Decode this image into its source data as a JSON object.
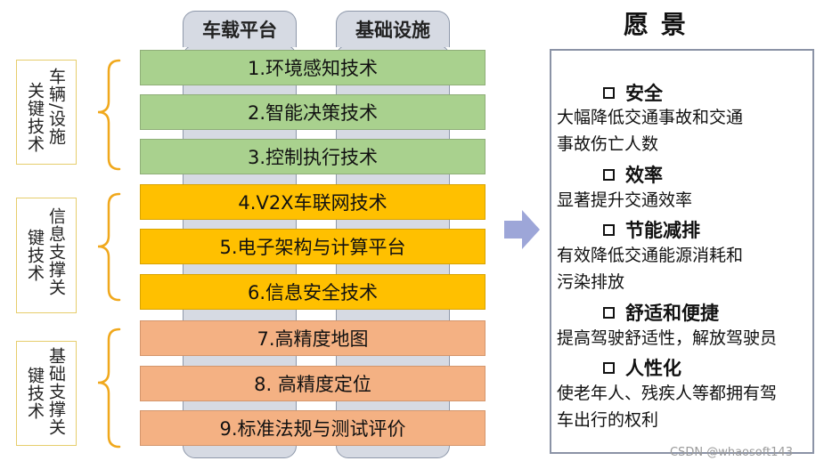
{
  "columns": {
    "left_label": "车载平台",
    "right_label": "基础设施"
  },
  "technologies": [
    {
      "label": "1.环境感知技术"
    },
    {
      "label": "2.智能决策技术"
    },
    {
      "label": "3.控制执行技术"
    },
    {
      "label": "4.V2X车联网技术"
    },
    {
      "label": "5.电子架构与计算平台"
    },
    {
      "label": "6.信息安全技术"
    },
    {
      "label": "7.高精度地图"
    },
    {
      "label": "8. 高精度定位"
    },
    {
      "label": "9.标准法规与测试评价"
    }
  ],
  "categories": [
    {
      "col1": "车辆/设施",
      "col2": "关键技术"
    },
    {
      "col1": "信息支撑关",
      "col2": "键技术"
    },
    {
      "col1": "基础支撑关",
      "col2": "键技术"
    }
  ],
  "vision": {
    "title": "愿 景",
    "items": [
      {
        "heading": "安全",
        "desc": [
          "大幅降低交通事故和交通",
          "事故伤亡人数"
        ]
      },
      {
        "heading": "效率",
        "desc": [
          "显著提升交通效率"
        ]
      },
      {
        "heading": "节能减排",
        "desc": [
          "有效降低交通能源消耗和",
          "污染排放"
        ]
      },
      {
        "heading": "舒适和便捷",
        "desc": [
          "提高驾驶舒适性，解放驾驶员"
        ]
      },
      {
        "heading": "人性化",
        "desc": [
          "使老年人、残疾人等都拥有驾",
          "车出行的权利"
        ]
      }
    ]
  },
  "watermark": "CSDN @whaosoft143",
  "colors": {
    "green": "#a9d18e",
    "yellow": "#ffc000",
    "orange": "#f4b183",
    "arrow": "#9da6d8"
  }
}
